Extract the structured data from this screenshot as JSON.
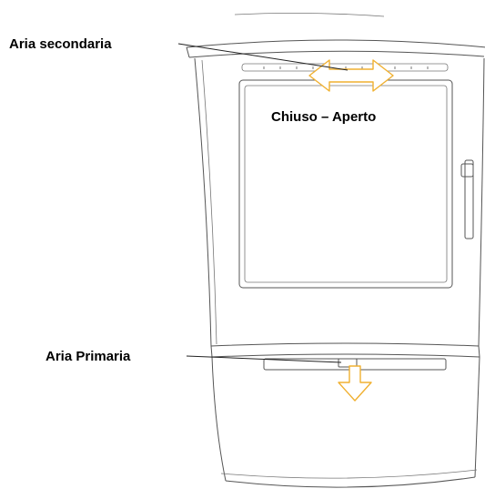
{
  "labels": {
    "secondary_air": "Aria secondaria",
    "open_closed": "Chiuso – Aperto",
    "primary_air": "Aria Primaria"
  },
  "colors": {
    "arrow": "#f0b030",
    "outline": "#555555",
    "text": "#000000"
  },
  "icons": {
    "secondary_air_arrow": "double-horizontal-arrow",
    "primary_air_arrow": "down-arrow"
  }
}
